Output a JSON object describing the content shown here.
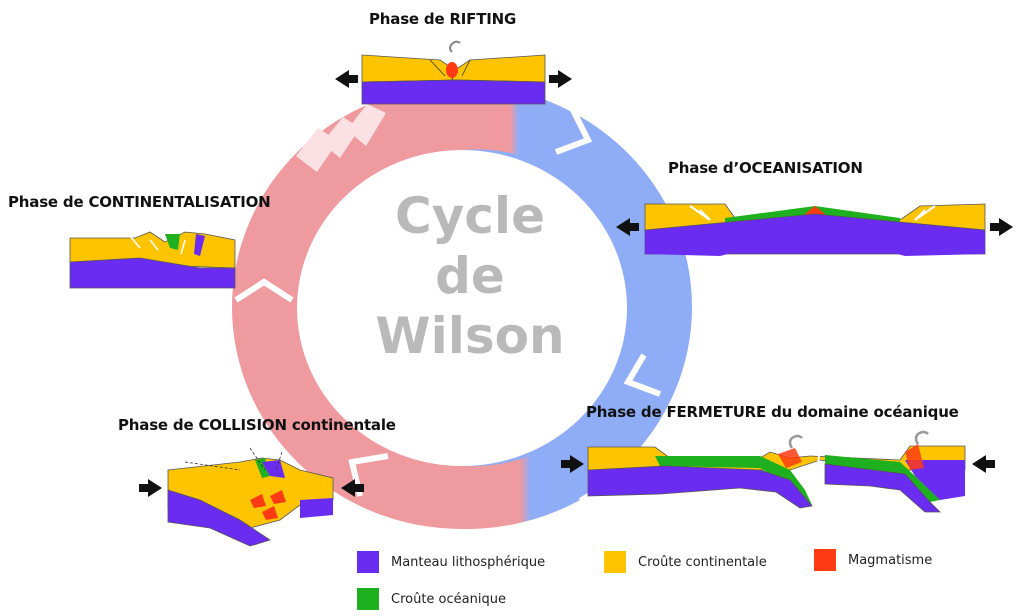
{
  "cycle": {
    "title_line1": "Cycle",
    "title_line2": "de",
    "title_line3": "Wilson"
  },
  "phases": {
    "rifting": "Phase de RIFTING",
    "oceanisation": "Phase d’OCEANISATION",
    "fermeture": "Phase de FERMETURE du domaine océanique",
    "collision": "Phase de COLLISION continentale",
    "continentalisation": "Phase de CONTINENTALISATION"
  },
  "legend": [
    {
      "label": "Manteau lithosphérique",
      "color": "#6a2cf0"
    },
    {
      "label": "Croûte continentale",
      "color": "#ffc400"
    },
    {
      "label": "Magmatisme",
      "color": "#ff3b14"
    },
    {
      "label": "Croûte océanique",
      "color": "#1fb01f"
    }
  ],
  "colors": {
    "ring_pink": "#ef9a9e",
    "ring_blue": "#8fadf7",
    "mantle": "#6a2cf0",
    "continental_crust": "#ffc400",
    "oceanic_crust": "#1fb01f",
    "magma": "#ff3b14",
    "cycle_text": "#b9b9b9"
  }
}
